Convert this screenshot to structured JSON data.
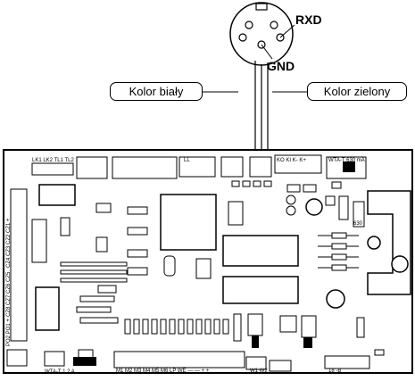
{
  "connector": {
    "pins": {
      "rxd": "RXD",
      "gnd": "GND"
    }
  },
  "wires": {
    "white_label": "Kolor biały",
    "green_label": "Kolor zielony"
  },
  "board": {
    "top_labels": {
      "led_bank": "LK1 LK2 TL1 TL2",
      "mid": "LL",
      "ext": "KO KI K- K+",
      "fuse": "WTA-T 630 mA"
    },
    "bottom_labels": {
      "fuse": "WTA-T 1,2 A",
      "terminals": "M1 M2 M3 M4 M5 M6 LP WE — — + +",
      "outs": "W1 W2",
      "supply": "18 -B"
    },
    "left_labels": {
      "top": "CZ4 CZ3 CZ2 CZ1 +",
      "mid": "CZ8 CZ7 CZ6 CZ5",
      "bottom": "PO2 PO1 +"
    },
    "board_value": "630"
  }
}
